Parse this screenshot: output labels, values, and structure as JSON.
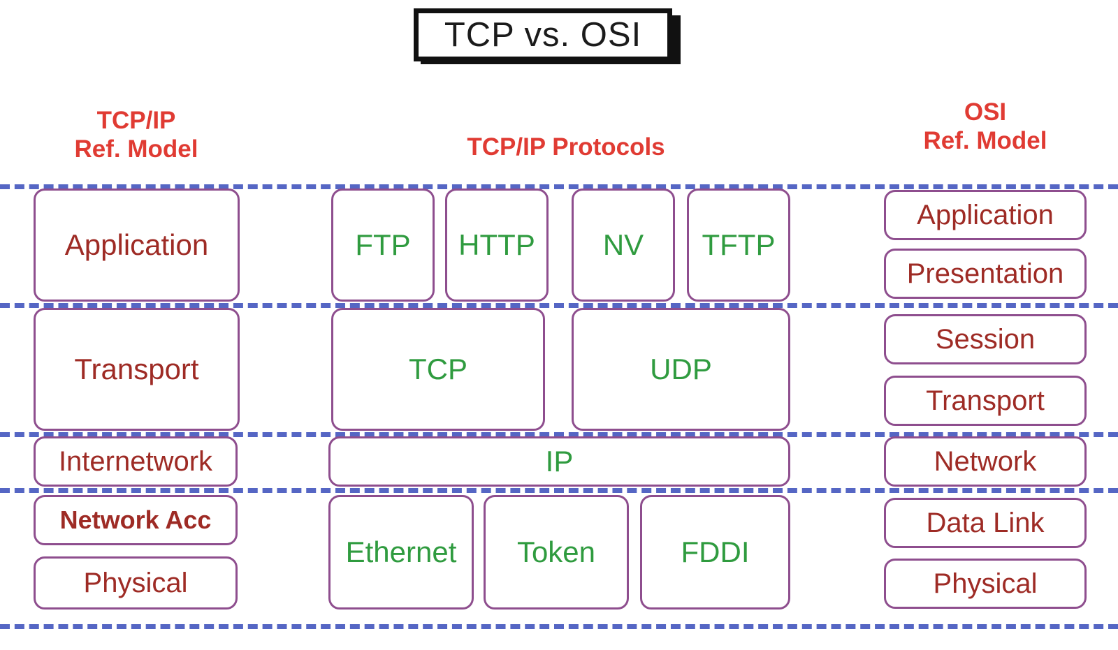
{
  "title": "TCP vs. OSI",
  "headers": {
    "left": "TCP/IP\nRef. Model",
    "center": "TCP/IP Protocols",
    "right": "OSI\nRef. Model"
  },
  "colors": {
    "header_red": "#e03b33",
    "box_border": "#8e4e8e",
    "layer_text": "#9e2b25",
    "protocol_text": "#2f9b3f",
    "separator": "#5566c4",
    "title_frame": "#111111"
  },
  "tcpip_model": [
    {
      "label": "Application"
    },
    {
      "label": "Transport"
    },
    {
      "label": "Internetwork"
    },
    {
      "label": "Network Acc"
    },
    {
      "label": "Physical"
    }
  ],
  "protocols": {
    "application": [
      {
        "label": "FTP"
      },
      {
        "label": "HTTP"
      },
      {
        "label": "NV"
      },
      {
        "label": "TFTP"
      }
    ],
    "transport": [
      {
        "label": "TCP"
      },
      {
        "label": "UDP"
      }
    ],
    "internet": [
      {
        "label": "IP"
      }
    ],
    "network_access": [
      {
        "label": "Ethernet"
      },
      {
        "label": "Token"
      },
      {
        "label": "FDDI"
      }
    ]
  },
  "osi_model": [
    {
      "label": "Application"
    },
    {
      "label": "Presentation"
    },
    {
      "label": "Session"
    },
    {
      "label": "Transport"
    },
    {
      "label": "Network"
    },
    {
      "label": "Data Link"
    },
    {
      "label": "Physical"
    }
  ]
}
